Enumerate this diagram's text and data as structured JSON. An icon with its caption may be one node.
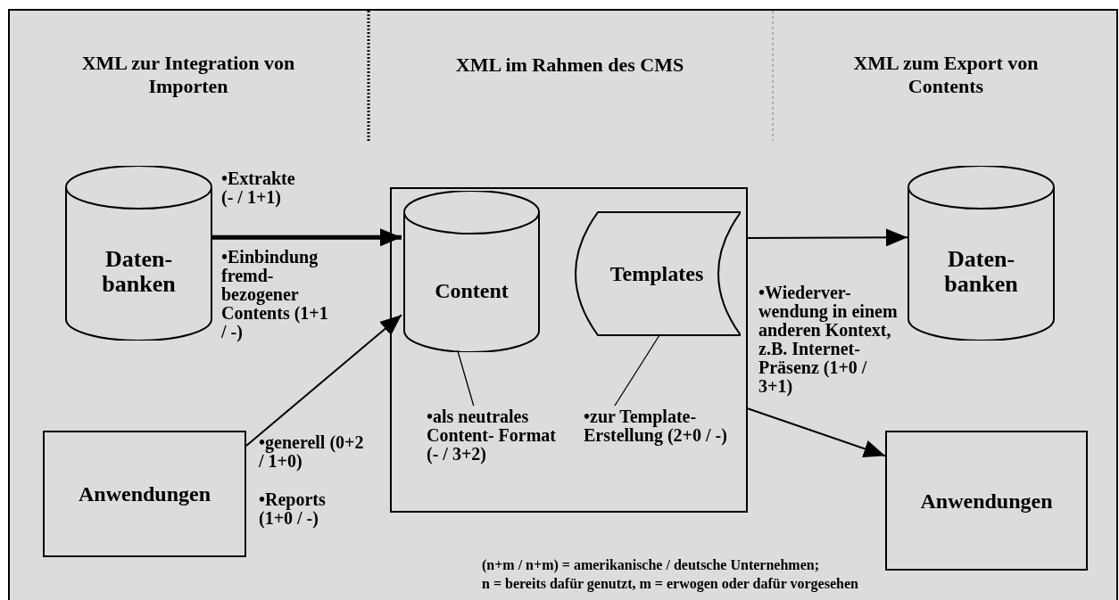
{
  "diagram": {
    "nodes": [
      {
        "text": [
          "Daten- banken"
        ]
      },
      {
        "text": [],
        "shape": "box"
      },
      {
        "text": [
          "Content"
        ],
        "in": 1
      },
      {
        "text": [
          "Templates"
        ],
        "in": 1
      },
      {
        "text": [
          "Daten- banken"
        ]
      },
      {
        "text": [
          "Anwendungen"
        ]
      },
      {
        "text": [
          "Anwendungen"
        ]
      },
      {
        "text": [
          "•als neutrales Content- Format (- / 3+2)"
        ],
        "in": 1
      },
      {
        "text": [
          "•zur Template- Erstellung (2+0 / -)"
        ],
        "in": 1
      }
    ],
    "edges": [
      {
        "from": 0,
        "to": 2,
        "arrow": "to",
        "style": "thick"
      },
      {
        "from": 5,
        "to": 2,
        "arrow": "to"
      },
      {
        "from": 1,
        "to": 4,
        "arrow": "to"
      },
      {
        "from": 1,
        "to": 6,
        "arrow": "to"
      },
      {
        "from": 7,
        "to": 2,
        "arrow": "none"
      },
      {
        "from": 8,
        "to": 3,
        "arrow": "none"
      }
    ],
    "labels": [
      "XML zur Integration von Importen",
      "XML im Rahmen des CMS",
      "XML zum Export von Contents",
      "•Extrakte (- / 1+1)",
      "•Einbindung fremd- bezogener Contents (1+1 / -)",
      "•generell (0+2 / 1+0)",
      "•Reports (1+0 / -)",
      "•Wiederver- wendung in einem anderen Kontext, z.B. Internet-Präsenz (1+0 / 3+1)",
      "(n+m / n+m) = amerikanische / deutsche Unternehmen;",
      "n = bereits dafür genutzt, m = erwogen oder dafür vorgesehen"
    ]
  }
}
